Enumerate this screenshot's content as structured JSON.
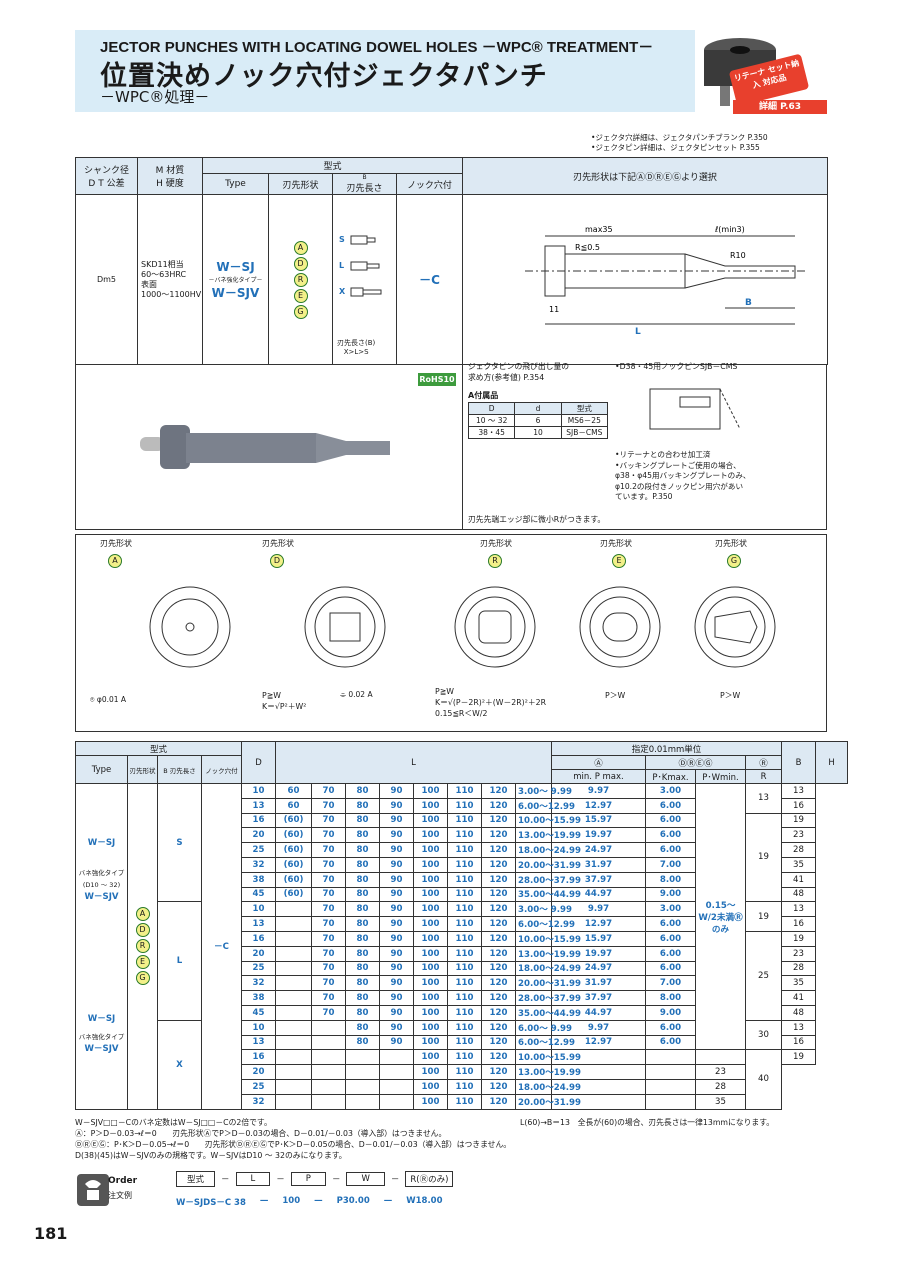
{
  "header": {
    "en": "JECTOR PUNCHES WITH LOCATING DOWEL HOLES －WPC® TREATMENT－",
    "jp": "位置決めノック穴付ジェクタパンチ",
    "sub": "－WPC®処理－",
    "badge": "リテーナ セット納入 対応品",
    "detail": "詳細 P.63"
  },
  "top_notes": [
    "•ジェクタ穴詳細は、ジェクタパンチブランク P.350",
    "•ジェクタピン詳細は、ジェクタピンセット P.355"
  ],
  "spec": {
    "h_shank": "シャンク径",
    "h_dtol": "D T 公差",
    "h_mat": "M 材質",
    "h_hard": "H 硬度",
    "h_model": "型式",
    "h_type": "Type",
    "h_tip": "刃先形状",
    "h_blen_b": "B",
    "h_blen": "刃先長さ",
    "h_knock": "ノック穴付",
    "h_select": "刃先形状は下記ⒶⒹⓇⒺⒼより選択",
    "d": "Dm5",
    "mat": "SKD11相当",
    "hard": "60～63HRC",
    "surf": "表面",
    "surf_v": "1000～1100HV",
    "type1": "W－SJ",
    "type_note": "－バネ強化タイプ－",
    "type2": "W－SJV",
    "tips": [
      "A",
      "D",
      "R",
      "E",
      "G"
    ],
    "lens": [
      "S",
      "L",
      "X"
    ],
    "len_note": "刃先長さ(B)",
    "len_order": "X>L>S",
    "knock": "－C"
  },
  "rohs": "RoHS10",
  "pin_note": [
    "ジェクタピンの飛び出し量の",
    "求め方(参考値) P.354"
  ],
  "acc_title": "A付属品",
  "acc_head": [
    "D",
    "d",
    "型式"
  ],
  "acc_rows": [
    [
      "10 ～ 32",
      "6",
      "MS6－25"
    ],
    [
      "38・45",
      "10",
      "SJB－CMS"
    ]
  ],
  "knock_note": "•D38・45用ノックピンSJB－CMS",
  "retainer_notes": [
    "•リテーナとの合わせ加工済",
    "•バッキングプレートご使用の場合、",
    "φ38・φ45用バッキングプレートのみ、",
    "φ10.2の段付きノックピン用穴があい",
    "ています。P.350"
  ],
  "edge_note": "刃先先端エッジ部に微小Rがつきます。",
  "dims": {
    "max35": "max35",
    "lmin": "ℓ(min3)",
    "r05": "R≦0.5",
    "r10": "R10",
    "l": "L",
    "b": "B",
    "eleven": "11"
  },
  "shapes": [
    {
      "name": "刃先形状",
      "code": "A"
    },
    {
      "name": "刃先形状",
      "code": "D"
    },
    {
      "name": "刃先形状",
      "code": "R"
    },
    {
      "name": "刃先形状",
      "code": "E"
    },
    {
      "name": "刃先形状",
      "code": "G"
    }
  ],
  "shape_notes": {
    "a": "⌾ φ0.01 A",
    "d1": "P≧W",
    "d2": "K＝√P²＋W²",
    "d3": "⌯ 0.02 A",
    "r1": "P≧W",
    "r2": "K＝√(P－2R)²＋(W－2R)²＋2R",
    "r3": "0.15≦R＜W/2",
    "e1": "P＞W",
    "g1": "P＞W"
  },
  "t2_head": {
    "model": "型式",
    "type": "Type",
    "tip": "刃先形状",
    "blen": "B 刃先長さ",
    "knock": "ノック穴付",
    "d": "D",
    "l": "L",
    "unit": "指定0.01mm単位",
    "a": "Ⓐ",
    "minmax": "min. P max.",
    "dreg": "ⒹⓇⒺⒼ",
    "pk": "P･Kmax.",
    "pw": "P･Wmin.",
    "r": "Ⓡ",
    "r2": "R",
    "b": "B",
    "h": "H"
  },
  "t2_left": {
    "wsj": "W－SJ",
    "spring": "バネ強化タイプ",
    "range": "(D10 ～ 32)",
    "wsjv": "W－SJV",
    "wsj2": "W－SJ",
    "spring2": "バネ強化タイプ",
    "wsjv2": "W－SJV",
    "knock": "－C",
    "tips": [
      "A",
      "D",
      "R",
      "E",
      "G"
    ],
    "s": "S",
    "l": "L",
    "x": "X",
    "r_range": "0.15～W/2未満Ⓡのみ",
    "dash": "——",
    "dash2": "－"
  },
  "rows": [
    [
      "10",
      "60",
      "70",
      "80",
      "90",
      "100",
      "110",
      "120",
      "3.00～ 9.99",
      "9.97",
      "3.00",
      "13",
      "13"
    ],
    [
      "13",
      "60",
      "70",
      "80",
      "90",
      "100",
      "110",
      "120",
      "6.00～12.99",
      "12.97",
      "6.00",
      "",
      "16"
    ],
    [
      "16",
      "(60)",
      "70",
      "80",
      "90",
      "100",
      "110",
      "120",
      "10.00～15.99",
      "15.97",
      "6.00",
      "19",
      "19"
    ],
    [
      "20",
      "(60)",
      "70",
      "80",
      "90",
      "100",
      "110",
      "120",
      "13.00～19.99",
      "19.97",
      "6.00",
      "",
      "23"
    ],
    [
      "25",
      "(60)",
      "70",
      "80",
      "90",
      "100",
      "110",
      "120",
      "18.00～24.99",
      "24.97",
      "6.00",
      "",
      "28"
    ],
    [
      "32",
      "(60)",
      "70",
      "80",
      "90",
      "100",
      "110",
      "120",
      "20.00～31.99",
      "31.97",
      "7.00",
      "",
      "35"
    ],
    [
      "38",
      "(60)",
      "70",
      "80",
      "90",
      "100",
      "110",
      "120",
      "28.00～37.99",
      "37.97",
      "8.00",
      "",
      "41"
    ],
    [
      "45",
      "(60)",
      "70",
      "80",
      "90",
      "100",
      "110",
      "120",
      "35.00～44.99",
      "44.97",
      "9.00",
      "",
      "48"
    ],
    [
      "10",
      "",
      "70",
      "80",
      "90",
      "100",
      "110",
      "120",
      "3.00～ 9.99",
      "9.97",
      "3.00",
      "19",
      "13"
    ],
    [
      "13",
      "",
      "70",
      "80",
      "90",
      "100",
      "110",
      "120",
      "6.00～12.99",
      "12.97",
      "6.00",
      "",
      "16"
    ],
    [
      "16",
      "",
      "70",
      "80",
      "90",
      "100",
      "110",
      "120",
      "10.00～15.99",
      "15.97",
      "6.00",
      "25",
      "19"
    ],
    [
      "20",
      "",
      "70",
      "80",
      "90",
      "100",
      "110",
      "120",
      "13.00～19.99",
      "19.97",
      "6.00",
      "",
      "23"
    ],
    [
      "25",
      "",
      "70",
      "80",
      "90",
      "100",
      "110",
      "120",
      "18.00～24.99",
      "24.97",
      "6.00",
      "",
      "28"
    ],
    [
      "32",
      "",
      "70",
      "80",
      "90",
      "100",
      "110",
      "120",
      "20.00～31.99",
      "31.97",
      "7.00",
      "",
      "35"
    ],
    [
      "38",
      "",
      "70",
      "80",
      "90",
      "100",
      "110",
      "120",
      "28.00～37.99",
      "37.97",
      "8.00",
      "",
      "41"
    ],
    [
      "45",
      "",
      "70",
      "80",
      "90",
      "100",
      "110",
      "120",
      "35.00～44.99",
      "44.97",
      "9.00",
      "",
      "48"
    ],
    [
      "10",
      "",
      "",
      "80",
      "90",
      "100",
      "110",
      "120",
      "6.00～ 9.99",
      "9.97",
      "6.00",
      "30",
      "13"
    ],
    [
      "13",
      "",
      "",
      "80",
      "90",
      "100",
      "110",
      "120",
      "6.00～12.99",
      "12.97",
      "6.00",
      "",
      "16"
    ],
    [
      "16",
      "",
      "",
      "",
      "",
      "100",
      "110",
      "120",
      "10.00～15.99",
      "",
      "",
      "40",
      "19"
    ],
    [
      "20",
      "",
      "",
      "",
      "",
      "100",
      "110",
      "120",
      "13.00～19.99",
      "",
      "",
      "",
      "23"
    ],
    [
      "25",
      "",
      "",
      "",
      "",
      "100",
      "110",
      "120",
      "18.00～24.99",
      "",
      "",
      "",
      "28"
    ],
    [
      "32",
      "",
      "",
      "",
      "",
      "100",
      "110",
      "120",
      "20.00～31.99",
      "",
      "",
      "",
      "35"
    ]
  ],
  "bottom_notes": [
    "W－SJV□□－Cのバネ定数はW－SJ□□－Cの2倍です。",
    "Ⓐ：P＞D－0.03→ℓ＝0　　刃先形状ⒶでP＞D－0.03の場合、D－0.01/－0.03（導入部）はつきません。",
    "ⒹⓇⒺⒼ：P･K＞D－0.05→ℓ＝0　　刃先形状ⒹⓇⒺⒼでP･K＞D－0.05の場合、D－0.01/－0.03（導入部）はつきません。",
    "D(38)(45)はW－SJVのみの規格です。W－SJVはD10 ～ 32のみになります。"
  ],
  "bottom_note_right": "L(60)→B＝13　全長が(60)の場合、刃先長さは一律13mmになります。",
  "order": {
    "label": "Order",
    "sub": "注文例",
    "cols": [
      "型式",
      "L",
      "P",
      "W",
      "R(Ⓡのみ)"
    ],
    "example": [
      "W－SJDS－C 38",
      "100",
      "P30.00",
      "W18.00"
    ]
  },
  "page": "181"
}
